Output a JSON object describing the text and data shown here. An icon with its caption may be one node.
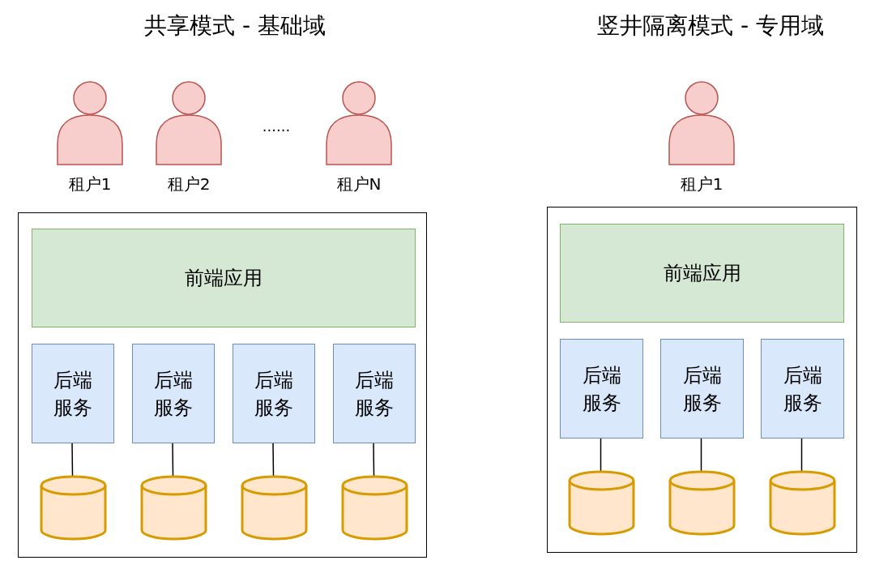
{
  "diagram": {
    "nodes": [
      {
        "text": [],
        "shape": "person",
        "beside": [
          "租户1"
        ]
      },
      {
        "text": [],
        "shape": "person",
        "beside": [
          "租户2"
        ]
      },
      {
        "text": [],
        "shape": "person",
        "beside": [
          "租户N"
        ]
      },
      {
        "text": [],
        "shape": "box"
      },
      {
        "text": [
          "前端应用"
        ],
        "in": 3
      },
      {
        "text": [
          "后端服务"
        ],
        "in": 3
      },
      {
        "text": [
          "后端服务"
        ],
        "in": 3
      },
      {
        "text": [
          "后端服务"
        ],
        "in": 3
      },
      {
        "text": [
          "后端服务"
        ],
        "in": 3
      },
      {
        "text": [],
        "shape": "cylinder",
        "in": 3
      },
      {
        "text": [],
        "shape": "cylinder",
        "in": 3
      },
      {
        "text": [],
        "shape": "cylinder",
        "in": 3
      },
      {
        "text": [],
        "shape": "cylinder",
        "in": 3
      },
      {
        "text": [],
        "shape": "person",
        "beside": [
          "租户1"
        ]
      },
      {
        "text": [],
        "shape": "box"
      },
      {
        "text": [
          "前端应用"
        ],
        "in": 14
      },
      {
        "text": [
          "后端服务"
        ],
        "in": 14
      },
      {
        "text": [
          "后端服务"
        ],
        "in": 14
      },
      {
        "text": [
          "后端服务"
        ],
        "in": 14
      },
      {
        "text": [],
        "shape": "cylinder",
        "in": 14
      },
      {
        "text": [],
        "shape": "cylinder",
        "in": 14
      },
      {
        "text": [],
        "shape": "cylinder",
        "in": 14
      }
    ],
    "edges": [
      {
        "from": 5,
        "to": 9,
        "arrow": "none"
      },
      {
        "from": 6,
        "to": 10,
        "arrow": "none"
      },
      {
        "from": 7,
        "to": 11,
        "arrow": "none"
      },
      {
        "from": 8,
        "to": 12,
        "arrow": "none"
      },
      {
        "from": 16,
        "to": 19,
        "arrow": "none"
      },
      {
        "from": 17,
        "to": 20,
        "arrow": "none"
      },
      {
        "from": 18,
        "to": 21,
        "arrow": "none"
      }
    ],
    "labels": [
      "共享模式 - 基础域",
      "竖井隔离模式 - 专用域",
      "......"
    ]
  }
}
